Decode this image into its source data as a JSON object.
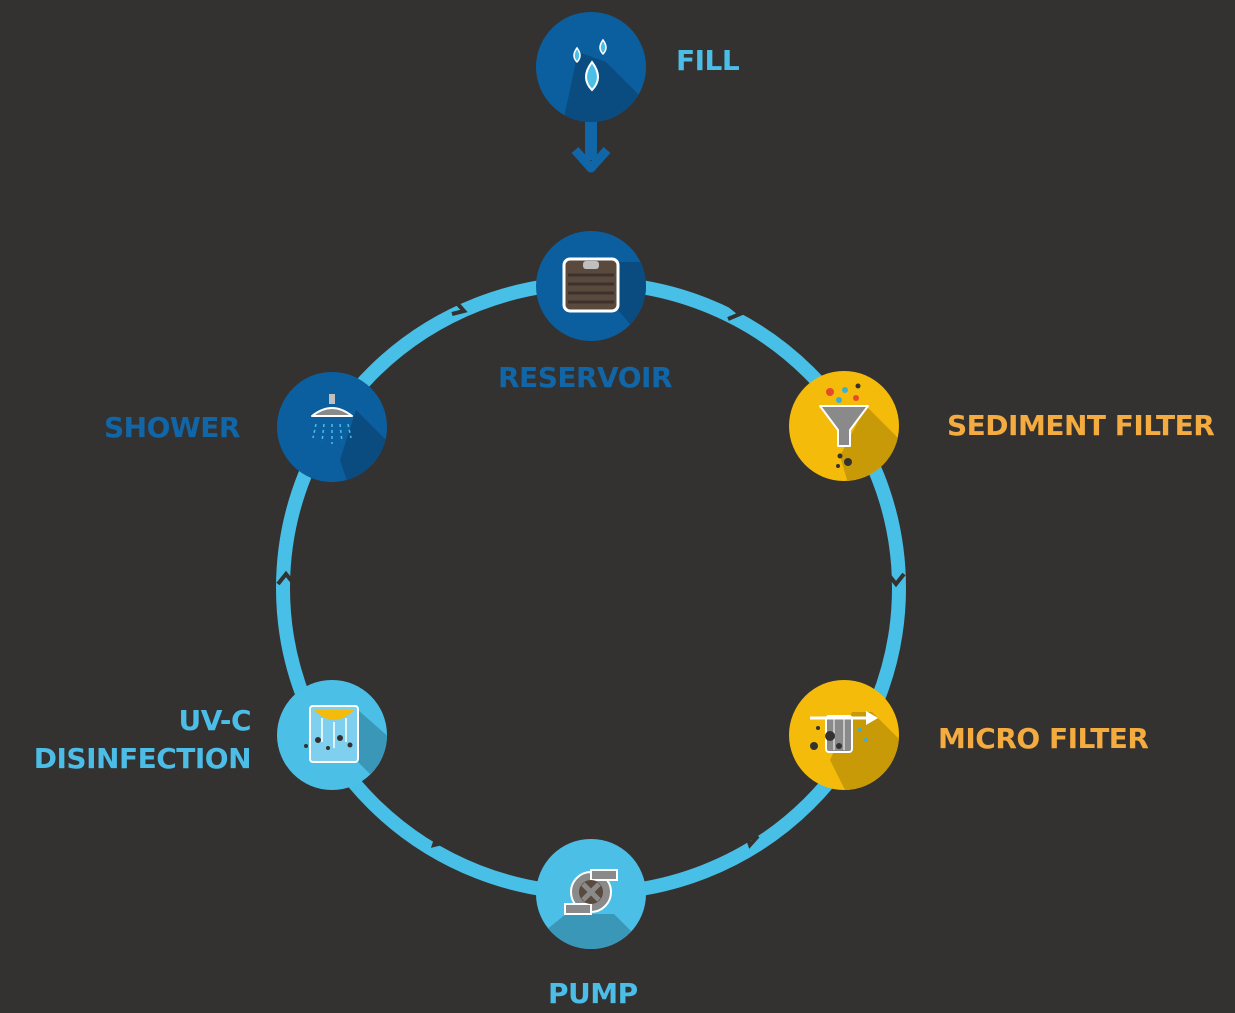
{
  "colors": {
    "background": "#343231",
    "ring": "#48bfe6",
    "dark_blue": "#0b5f9e",
    "light_blue": "#4bbfe6",
    "yellow": "#f5bb0a",
    "label_light": "#4bbde6",
    "label_dark": "#1166a8",
    "label_amber": "#f4ab3f"
  },
  "steps": {
    "fill": {
      "label": "FILL",
      "icon": "water-drops-icon"
    },
    "reservoir": {
      "label": "RESERVOIR",
      "icon": "reservoir-tank-icon"
    },
    "sediment_filter": {
      "label": "SEDIMENT FILTER",
      "icon": "funnel-icon"
    },
    "micro_filter": {
      "label": "MICRO FILTER",
      "icon": "micro-filter-icon"
    },
    "pump": {
      "label": "PUMP",
      "icon": "pump-icon"
    },
    "uv_c": {
      "label_line1": "UV-C",
      "label_line2": "DISINFECTION",
      "icon": "uv-lamp-icon"
    },
    "shower": {
      "label": "SHOWER",
      "icon": "shower-head-icon"
    }
  },
  "flow": {
    "entry": "fill-to-reservoir",
    "cycle": [
      "reservoir",
      "sediment_filter",
      "micro_filter",
      "pump",
      "uv_c",
      "shower",
      "reservoir"
    ]
  }
}
